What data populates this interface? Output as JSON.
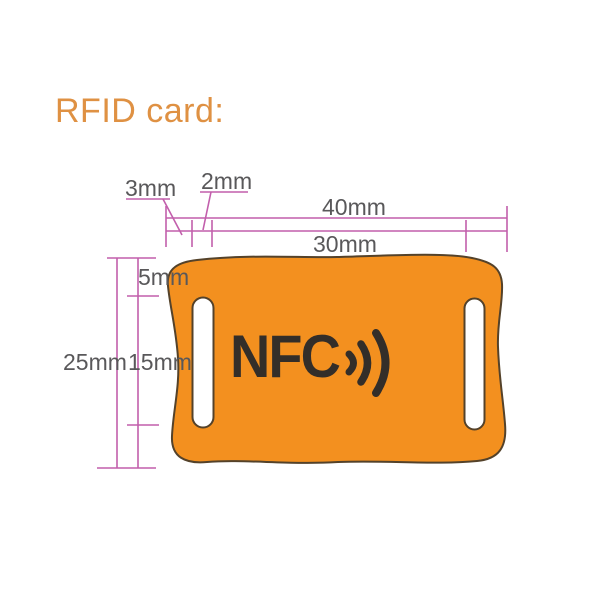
{
  "title": "RFID card:",
  "dimensions": {
    "edge_to_slot": "3mm",
    "slot_width": "2mm",
    "card_width": "40mm",
    "slot_spacing": "30mm",
    "top_to_slot": "5mm",
    "card_height": "25mm",
    "slot_height": "15mm"
  },
  "card": {
    "label": "NFC",
    "icon": "nfc-signal-waves-icon",
    "slot_count": 2
  },
  "colors": {
    "background": "#FFFFFF",
    "title_text": "#DF9143",
    "dimension_line": "#C25FAC",
    "dimension_text": "#59585A",
    "card_fill": "#F3901F",
    "card_outline": "#54422A",
    "slot_fill": "#FFFFFF",
    "nfc_logo": "#332E29"
  }
}
